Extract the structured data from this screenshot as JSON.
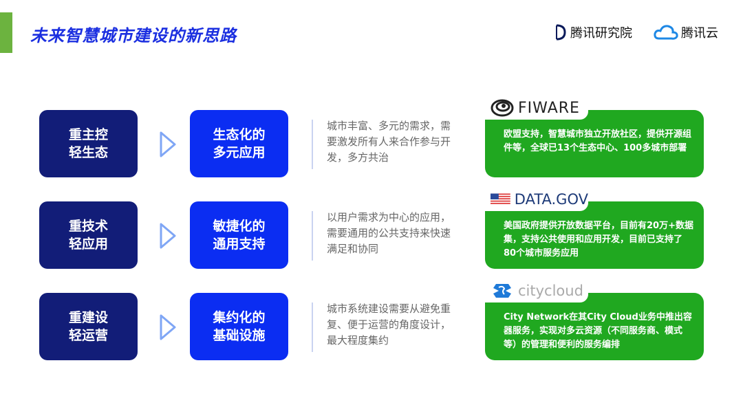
{
  "title": "未来智慧城市建设的新思路",
  "logos": {
    "tencent_research": "腾讯研究院",
    "tencent_cloud": "腾讯云"
  },
  "rows": [
    {
      "left": "重主控\n轻生态",
      "right": "生态化的\n多元应用",
      "desc": "城市丰富、多元的需求，需要激发所有人来合作参与开发，多方共治",
      "logo": "FIWARE",
      "case": "欧盟支持，智慧城市独立开放社区，提供开源组件等，全球已13个生态中心、100多城市部署"
    },
    {
      "left": "重技术\n轻应用",
      "right": "敏捷化的\n通用支持",
      "desc": "以用户需求为中心的应用，需要通用的公共支持来快速满足和协同",
      "logo": "DATA.GOV",
      "case": "美国政府提供开放数据平台，目前有20万+数据集，支持公共使用和应用开发，目前已支持了80个城市服务应用"
    },
    {
      "left": "重建设\n轻运营",
      "right": "集约化的\n基础设施",
      "desc": "城市系统建设需要从避免重复、便于运营的角度设计，最大程度集约",
      "logo": "citycloud",
      "case": "City Network在其City Cloud业务中推出容器服务，实现对多云资源（不同服务商、模式等）的管理和便利的服务编排"
    }
  ]
}
